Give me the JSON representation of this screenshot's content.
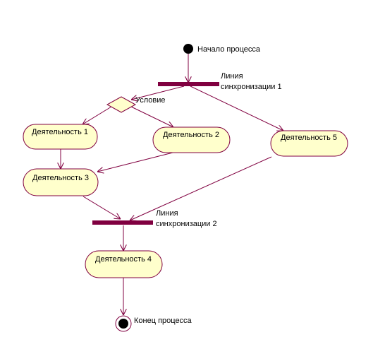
{
  "diagram": {
    "colors": {
      "edge": "#800040",
      "sync_bar": "#800040",
      "node_fill": "#ffffcc",
      "node_stroke": "#800040",
      "decision_fill": "#ffffcc",
      "initial_fill": "#000000",
      "text": "#000000"
    },
    "initial": {
      "label": "Начало процесса"
    },
    "final": {
      "label": "Конец процесса"
    },
    "sync1": {
      "label_line1": "Линия",
      "label_line2": "синхронизации 1"
    },
    "sync2": {
      "label_line1": "Линия",
      "label_line2": "синхронизации 2"
    },
    "decision": {
      "label": "Условие"
    },
    "activities": {
      "a1": "Деятельность 1",
      "a2": "Деятельность 2",
      "a3": "Деятельность 3",
      "a4": "Деятельность 4",
      "a5": "Деятельность 5"
    }
  }
}
